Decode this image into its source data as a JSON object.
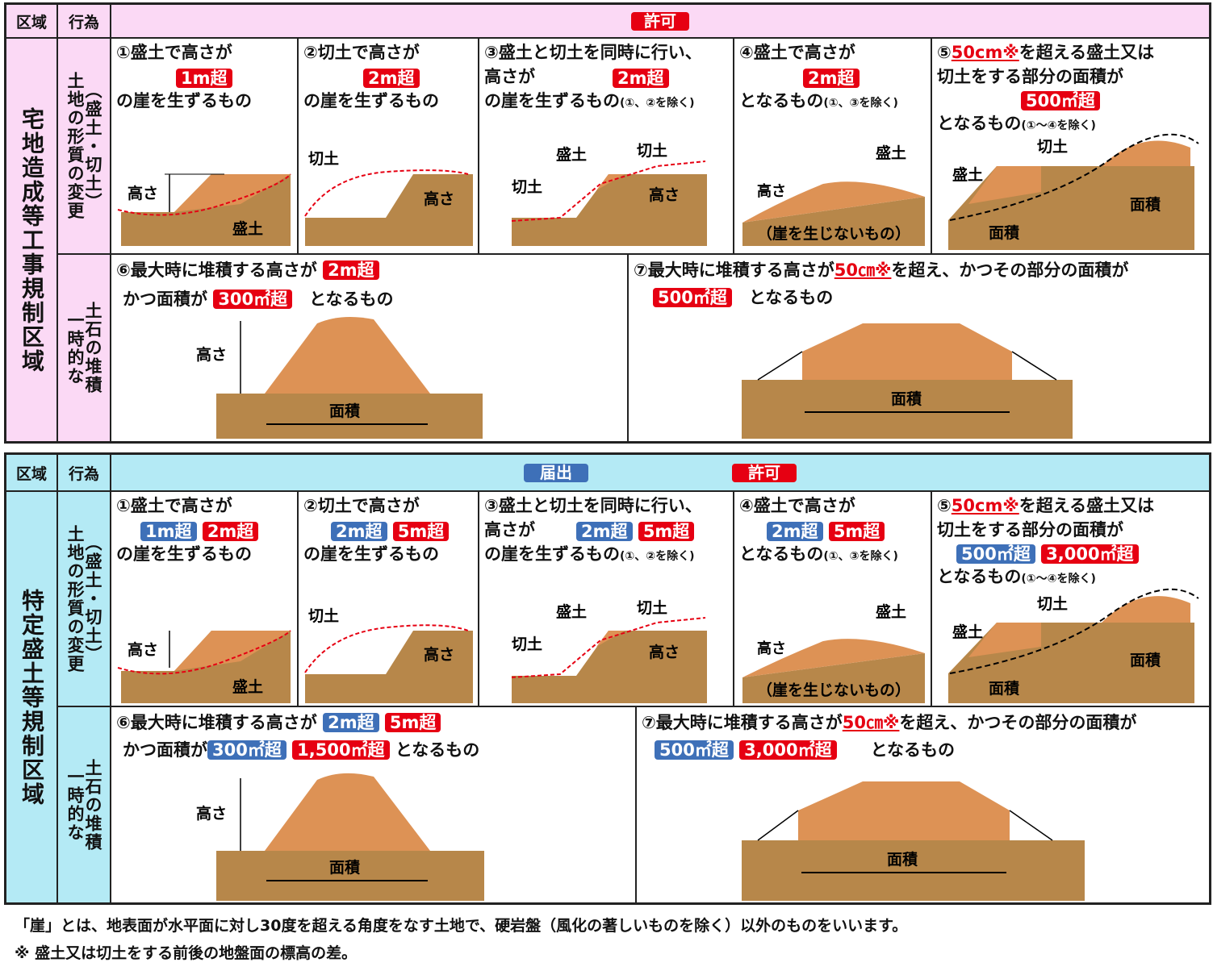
{
  "colors": {
    "pink": "#fbd9f5",
    "cyan": "#b4eaf5",
    "red": "#e60012",
    "blue": "#3e70b8",
    "earth": "#b7874a",
    "fill": "#dd9255"
  },
  "header": {
    "kuiki": "区域",
    "koui": "行為"
  },
  "s1": {
    "zone": "宅地造成等工事規制区域",
    "act_a_line1": "土地の形質の変更",
    "act_a_line2": "（盛土・切土）",
    "act_b_line1": "一時的な",
    "act_b_line2": "土石の堆積",
    "header_badge": "許可",
    "c1": {
      "title": "①盛土で高さが",
      "badge": "1m超",
      "tail": "の崖を生ずるもの"
    },
    "c2": {
      "title": "②切土で高さが",
      "badge": "2m超",
      "tail": "の崖を生ずるもの"
    },
    "c3": {
      "title": "③盛土と切土を同時に行い、",
      "sub": "高さが",
      "badge": "2m超",
      "tail": "の崖を生ずるもの",
      "note": "(①、②を除く)"
    },
    "c4": {
      "title": "④盛土で高さが",
      "badge": "2m超",
      "tail": "となるもの",
      "note": "(①、③を除く)"
    },
    "c5": {
      "num": "⑤",
      "red": "50cm※",
      "title": "を超える盛土又は",
      "line2": "切土をする部分の面積が",
      "badge": "500㎡超",
      "tail": "となるもの",
      "note": "(①～④を除く)"
    },
    "c6": {
      "title": "⑥最大時に堆積する高さが",
      "badge": "2m超",
      "line2": "かつ面積が",
      "badge2": "300㎡超",
      "tail": "となるもの"
    },
    "c7": {
      "title_a": "⑦最大時に堆積する高さが",
      "red": "50㎝※",
      "title_b": "を超え、かつその部分の面積が",
      "badge": "500㎡超",
      "tail": "となるもの"
    }
  },
  "s2": {
    "zone": "特定盛土等規制区域",
    "act_a_line1": "土地の形質の変更",
    "act_a_line2": "（盛土・切土）",
    "act_b_line1": "一時的な",
    "act_b_line2": "土石の堆積",
    "header_badge_a": "届出",
    "header_badge_b": "許可",
    "c1": {
      "title": "①盛土で高さが",
      "b1": "1m超",
      "b2": "2m超",
      "tail": "の崖を生ずるもの"
    },
    "c2": {
      "title": "②切土で高さが",
      "b1": "2m超",
      "b2": "5m超",
      "tail": "の崖を生ずるもの"
    },
    "c3": {
      "title": "③盛土と切土を同時に行い、",
      "sub": "高さが",
      "b1": "2m超",
      "b2": "5m超",
      "tail": "の崖を生ずるもの",
      "note": "(①、②を除く)"
    },
    "c4": {
      "title": "④盛土で高さが",
      "b1": "2m超",
      "b2": "5m超",
      "tail": "となるもの",
      "note": "(①、③を除く)"
    },
    "c5": {
      "num": "⑤",
      "red": "50cm※",
      "title": "を超える盛土又は",
      "line2": "切土をする部分の面積が",
      "b1": "500㎡超",
      "b2": "3,000㎡超",
      "tail": "となるもの",
      "note": "(①～④を除く)"
    },
    "c6": {
      "title": "⑥最大時に堆積する高さが",
      "b1": "2m超",
      "b2": "5m超",
      "line2": "かつ面積が",
      "b3": "300㎡超",
      "b4": "1,500㎡超",
      "tail": "となるもの"
    },
    "c7": {
      "title_a": "⑦最大時に堆積する高さが",
      "red": "50㎝※",
      "title_b": "を超え、かつその部分の面積が",
      "b1": "500㎡超",
      "b2": "3,000㎡超",
      "tail": "となるもの"
    }
  },
  "labels": {
    "takasa": "高さ",
    "morido": "盛土",
    "kirido": "切土",
    "menseki": "面積",
    "nogake": "（崖を生じないもの）"
  },
  "footer": {
    "line1": "「崖」とは、地表面が水平面に対し30度を超える角度をなす土地で、硬岩盤（風化の著しいものを除く）以外のものをいいます。",
    "line2": "※ 盛土又は切土をする前後の地盤面の標高の差。"
  }
}
